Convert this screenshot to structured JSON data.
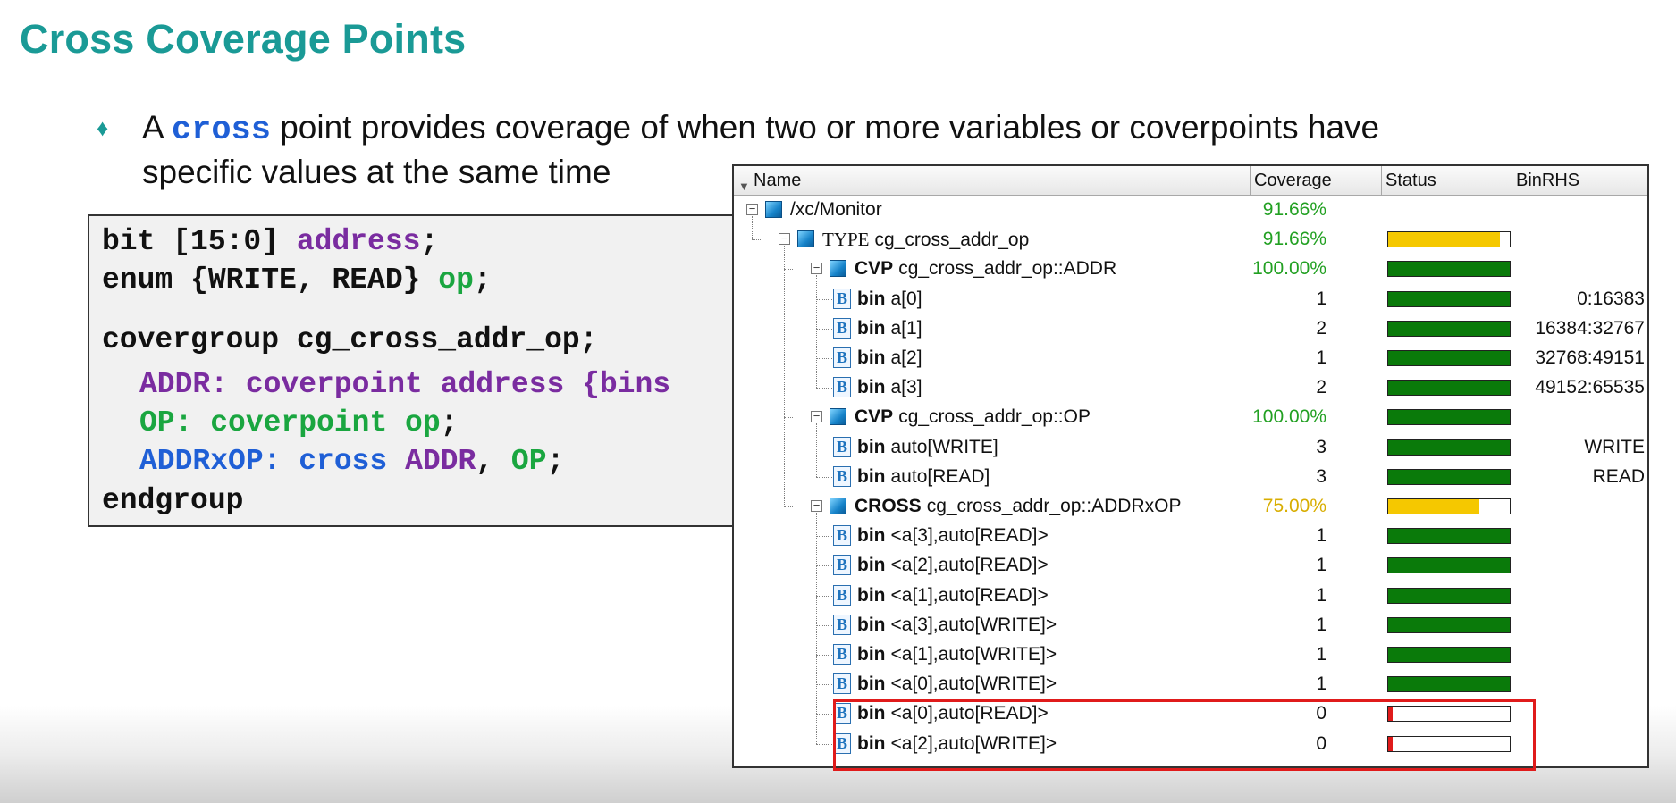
{
  "title": "Cross Coverage Points",
  "bullet": {
    "prefix": "A ",
    "keyword": "cross",
    "line1_rest": " point provides coverage of when two or more variables or coverpoints have",
    "line2": "specific values at the same time"
  },
  "code": {
    "line1": {
      "a": "bit [15:0] ",
      "b": "address",
      "c": ";"
    },
    "line2": {
      "a": "enum {WRITE, READ} ",
      "b": "op",
      "c": ";"
    },
    "line3": "covergroup cg_cross_addr_op;",
    "line4": {
      "a": "ADDR: coverpoint address {bins"
    },
    "line5": {
      "a": "OP:   coverpoint op",
      "c": ";"
    },
    "line6": {
      "a": "ADDRxOP: cross ",
      "b": "ADDR",
      "c": ", ",
      "d": "OP",
      "e": ";"
    },
    "line7": "endgroup"
  },
  "panel": {
    "headers": {
      "name": "Name",
      "coverage": "Coverage",
      "status": "Status",
      "binrhs": "BinRHS"
    },
    "rows": [
      {
        "kind": "node",
        "depth": 0,
        "kw": "",
        "label": "/xc/Monitor",
        "coverage": "91.66%",
        "cov_color": "green",
        "bar": null,
        "rhs": ""
      },
      {
        "kind": "node",
        "depth": 1,
        "kw": "TYPE",
        "label": "cg_cross_addr_op",
        "coverage": "91.66%",
        "cov_color": "green",
        "bar": {
          "fill": 0.9166,
          "color": "#f5c800"
        },
        "rhs": ""
      },
      {
        "kind": "node",
        "depth": 2,
        "kw": "CVP",
        "label": "cg_cross_addr_op::ADDR",
        "coverage": "100.00%",
        "cov_color": "green",
        "bar": {
          "fill": 1.0,
          "color": "#0a7a0a"
        },
        "rhs": ""
      },
      {
        "kind": "bin",
        "depth": 3,
        "kw": "bin",
        "label": "a[0]",
        "coverage": "1",
        "cov_color": "black",
        "bar": {
          "fill": 1.0,
          "color": "#0a7a0a"
        },
        "rhs": "0:16383"
      },
      {
        "kind": "bin",
        "depth": 3,
        "kw": "bin",
        "label": "a[1]",
        "coverage": "2",
        "cov_color": "black",
        "bar": {
          "fill": 1.0,
          "color": "#0a7a0a"
        },
        "rhs": "16384:32767"
      },
      {
        "kind": "bin",
        "depth": 3,
        "kw": "bin",
        "label": "a[2]",
        "coverage": "1",
        "cov_color": "black",
        "bar": {
          "fill": 1.0,
          "color": "#0a7a0a"
        },
        "rhs": "32768:49151"
      },
      {
        "kind": "bin",
        "depth": 3,
        "kw": "bin",
        "label": "a[3]",
        "coverage": "2",
        "cov_color": "black",
        "bar": {
          "fill": 1.0,
          "color": "#0a7a0a"
        },
        "rhs": "49152:65535"
      },
      {
        "kind": "node",
        "depth": 2,
        "kw": "CVP",
        "label": "cg_cross_addr_op::OP",
        "coverage": "100.00%",
        "cov_color": "green",
        "bar": {
          "fill": 1.0,
          "color": "#0a7a0a"
        },
        "rhs": ""
      },
      {
        "kind": "bin",
        "depth": 3,
        "kw": "bin",
        "label": "auto[WRITE]",
        "coverage": "3",
        "cov_color": "black",
        "bar": {
          "fill": 1.0,
          "color": "#0a7a0a"
        },
        "rhs": "WRITE"
      },
      {
        "kind": "bin",
        "depth": 3,
        "kw": "bin",
        "label": "auto[READ]",
        "coverage": "3",
        "cov_color": "black",
        "bar": {
          "fill": 1.0,
          "color": "#0a7a0a"
        },
        "rhs": "READ"
      },
      {
        "kind": "node",
        "depth": 2,
        "kw": "CROSS",
        "label": "cg_cross_addr_op::ADDRxOP",
        "coverage": "75.00%",
        "cov_color": "yellow",
        "bar": {
          "fill": 0.75,
          "color": "#f5c800"
        },
        "rhs": ""
      },
      {
        "kind": "bin",
        "depth": 3,
        "kw": "bin",
        "label": "<a[3],auto[READ]>",
        "coverage": "1",
        "cov_color": "black",
        "bar": {
          "fill": 1.0,
          "color": "#0a7a0a"
        },
        "rhs": ""
      },
      {
        "kind": "bin",
        "depth": 3,
        "kw": "bin",
        "label": "<a[2],auto[READ]>",
        "coverage": "1",
        "cov_color": "black",
        "bar": {
          "fill": 1.0,
          "color": "#0a7a0a"
        },
        "rhs": ""
      },
      {
        "kind": "bin",
        "depth": 3,
        "kw": "bin",
        "label": "<a[1],auto[READ]>",
        "coverage": "1",
        "cov_color": "black",
        "bar": {
          "fill": 1.0,
          "color": "#0a7a0a"
        },
        "rhs": ""
      },
      {
        "kind": "bin",
        "depth": 3,
        "kw": "bin",
        "label": "<a[3],auto[WRITE]>",
        "coverage": "1",
        "cov_color": "black",
        "bar": {
          "fill": 1.0,
          "color": "#0a7a0a"
        },
        "rhs": ""
      },
      {
        "kind": "bin",
        "depth": 3,
        "kw": "bin",
        "label": "<a[1],auto[WRITE]>",
        "coverage": "1",
        "cov_color": "black",
        "bar": {
          "fill": 1.0,
          "color": "#0a7a0a"
        },
        "rhs": ""
      },
      {
        "kind": "bin",
        "depth": 3,
        "kw": "bin",
        "label": "<a[0],auto[WRITE]>",
        "coverage": "1",
        "cov_color": "black",
        "bar": {
          "fill": 1.0,
          "color": "#0a7a0a"
        },
        "rhs": ""
      },
      {
        "kind": "bin",
        "depth": 3,
        "kw": "bin",
        "label": "<a[0],auto[READ]>",
        "coverage": "0",
        "cov_color": "black",
        "bar": {
          "fill": 0.04,
          "color": "#e01b1b"
        },
        "rhs": ""
      },
      {
        "kind": "bin",
        "depth": 3,
        "kw": "bin",
        "label": "<a[2],auto[WRITE]>",
        "coverage": "0",
        "cov_color": "black",
        "bar": {
          "fill": 0.04,
          "color": "#e01b1b"
        },
        "rhs": ""
      }
    ]
  },
  "colors": {
    "title": "#1a9a96",
    "keyword_blue": "#1f5fd6",
    "keyword_purple": "#7a2ca0",
    "keyword_green": "#1aa640",
    "highlight": "#e01b1b"
  }
}
